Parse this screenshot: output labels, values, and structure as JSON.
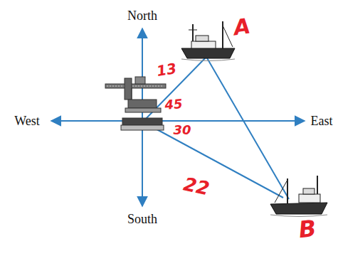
{
  "diagram": {
    "labels": [
      "North",
      "West",
      "East",
      "South",
      "A",
      "B",
      "13",
      "45",
      "30",
      "22"
    ]
  }
}
